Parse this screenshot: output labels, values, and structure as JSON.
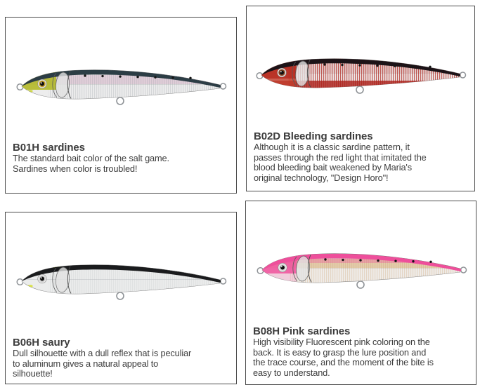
{
  "page": {
    "background": "#ffffff",
    "card_border_color": "#4b4b4b",
    "text_color": "#3d3d3d"
  },
  "cards": [
    {
      "id": "b01h",
      "title": "B01H sardines",
      "description": "The standard bait color of the salt game.\nSardines when color is troubled!",
      "lure": {
        "body": "#d8d8d8",
        "back": "#2c3d45",
        "backWashOp": 0,
        "sheen": "#eec3dc",
        "sheenOp": 0.45,
        "stripe": "#9aa0a6",
        "stripeOp": 0.3,
        "belly": "#ffffff",
        "bellyOp": 0,
        "headTop": "#b4ba2b",
        "headTopOp": 0.92,
        "headBot": "#c8c89a",
        "headBotOp": 0,
        "accent": "#c9d430",
        "accentOp": 0.85,
        "eyeRing": "#c9a22a",
        "dotsOp": 1,
        "dotColor": "#161616",
        "wire": "#8f9397"
      }
    },
    {
      "id": "b02d",
      "title": "B02D Bleeding sardines",
      "description": "Although it is a classic sardine pattern, it\npasses through the red light that imitated the\nblood bleeding bait weakened by Maria's\noriginal technology, \"Design Horo\"!",
      "lure": {
        "body": "#d9cccc",
        "back": "#1c1317",
        "backWashOp": 0,
        "sheen": "#ffd9d9",
        "sheenOp": 0.3,
        "stripe": "#b03028",
        "stripeOp": 0.75,
        "belly": "#ab211a",
        "bellyOp": 0.8,
        "headTop": "#b62a1d",
        "headTopOp": 0.95,
        "headBot": "#c23c2a",
        "headBotOp": 0.8,
        "accent": "#000000",
        "accentOp": 0,
        "eyeRing": "#8a4a28",
        "dotsOp": 1,
        "dotColor": "#161616",
        "wire": "#8f9397"
      }
    },
    {
      "id": "b06h",
      "title": "B06H saury",
      "description": "Dull silhouette with a dull reflex that is peculiar\nto aluminum gives a natural appeal to\nsilhouette!",
      "lure": {
        "body": "#d2d4d6",
        "back": "#1a1b1d",
        "backWashOp": 0,
        "sheen": "#ffffff",
        "sheenOp": 0.55,
        "stripe": "#b9bdbf",
        "stripeOp": 0.22,
        "belly": "#ffffff",
        "bellyOp": 0,
        "headTop": "#c4c6c8",
        "headTopOp": 0,
        "headBot": "#c4c6c8",
        "headBotOp": 0,
        "accent": "#d7e136",
        "accentOp": 0.9,
        "eyeRing": "#d2d2d2",
        "dotsOp": 0,
        "dotColor": "#161616",
        "wire": "#8f9397"
      }
    },
    {
      "id": "b08h",
      "title": "B08H Pink sardines",
      "description": "High visibility Fluorescent pink coloring on the\nback. It is easy to grasp the lure position and\nthe trace course, and the moment of the bite is\neasy to understand.",
      "lure": {
        "body": "#dcd5cf",
        "back": "#ee4f9b",
        "backWashOp": 0.35,
        "sheen": "#f2bc6a",
        "sheenOp": 0.35,
        "stripe": "#c9a06e",
        "stripeOp": 0.3,
        "belly": "#f7b8d6",
        "bellyOp": 0,
        "headTop": "#f0569f",
        "headTopOp": 0.9,
        "headBot": "#f4a9cd",
        "headBotOp": 0.45,
        "accent": "#000000",
        "accentOp": 0,
        "eyeRing": "#d8d8d8",
        "dotsOp": 1,
        "dotColor": "#161616",
        "wire": "#8f9397"
      }
    }
  ]
}
